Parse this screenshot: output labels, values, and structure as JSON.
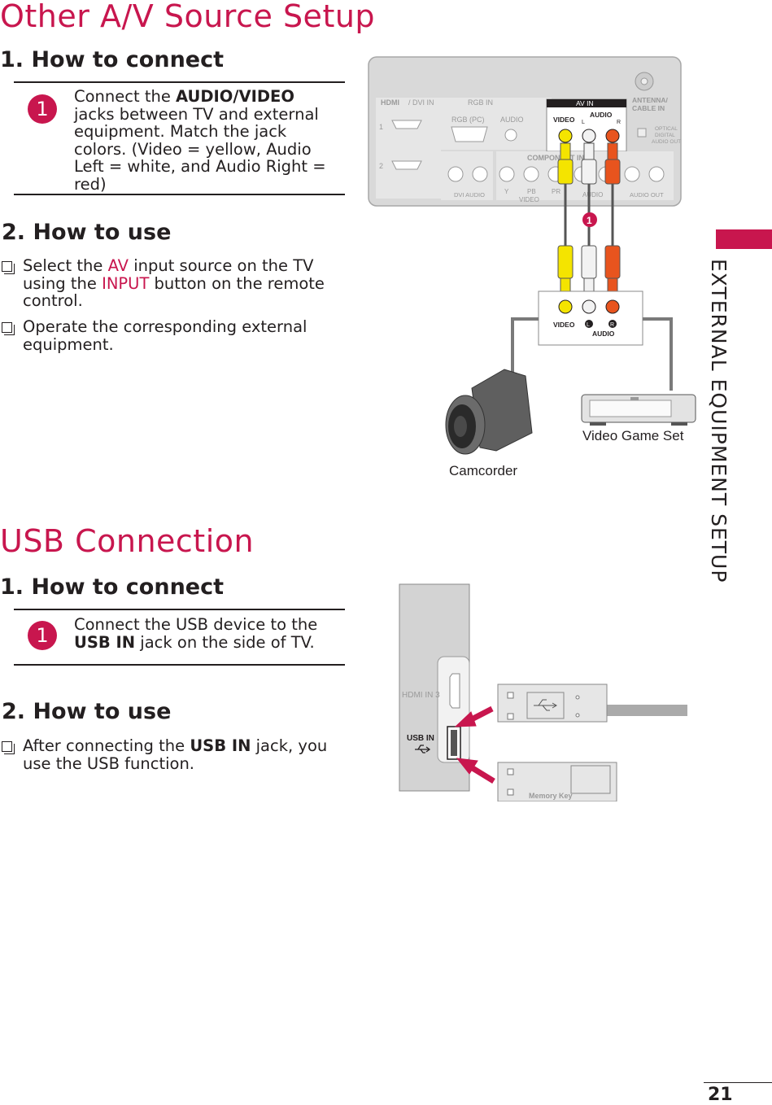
{
  "side_tab": {
    "text": "EXTERNAL EQUIPMENT SETUP"
  },
  "page_number": "21",
  "av_section": {
    "title": "Other A/V Source Setup",
    "connect_heading": "1. How to connect",
    "step_number": "1",
    "step_text": {
      "before": "Connect the ",
      "bold": "AUDIO/VIDEO",
      "after": " jacks between TV and external equipment. Match the jack colors. (Video = yellow, Audio Left = white, and Audio Right = red)"
    },
    "use_heading": "2. How to use",
    "bullets": [
      {
        "before": "Select the ",
        "highlight": "AV",
        "middle": " input source on the TV using the ",
        "highlight2": "INPUT",
        "after": " button on the remote control."
      },
      {
        "text": "Operate the corresponding external equipment."
      }
    ],
    "diagram": {
      "hdmi_label": "/ DVI IN",
      "rgb_in": "RGB IN",
      "rgb_pc": "RGB (PC)",
      "audio": "AUDIO",
      "av_in": "AV IN",
      "video": "VIDEO",
      "audio_av": "AUDIO",
      "l": "L",
      "r": "R",
      "antenna": "ANTENNA/",
      "cable_in": "CABLE IN",
      "optical": "OPTICAL",
      "digital": "DIGITAL",
      "audio_out_digital": "AUDIO OUT",
      "component_in": "COMPONENT IN",
      "dvi_audio": "DVI AUDIO",
      "y": "Y",
      "pb": "PB",
      "pr": "PR",
      "video_bottom": "VIDEO",
      "audio_bottom": "AUDIO",
      "audio_out": "AUDIO OUT",
      "hdmi_1": "1",
      "hdmi_2": "2",
      "callout": "1",
      "device_video": "VIDEO",
      "device_audio": "AUDIO",
      "camcorder": "Camcorder",
      "video_game_set": "Video Game Set"
    }
  },
  "usb_section": {
    "title": "USB Connection",
    "connect_heading": "1. How to connect",
    "step_number": "1",
    "step_text": {
      "before": "Connect the USB device to the ",
      "bold": "USB IN",
      "after": " jack on the side of TV."
    },
    "use_heading": "2. How to use",
    "bullets": [
      {
        "before": "After connecting the ",
        "bold": "USB IN",
        "after": " jack, you use the USB function."
      }
    ],
    "diagram": {
      "hdmi_in_3": "HDMI IN 3",
      "usb_in": "USB IN",
      "memory_key": "Memory Key"
    }
  },
  "colors": {
    "accent": "#c8164e",
    "text": "#231f20",
    "yellow_plug": "#f4e400",
    "red_plug": "#e8541e",
    "white_plug": "#f2f2f2",
    "panel": "#d9d9d9"
  }
}
